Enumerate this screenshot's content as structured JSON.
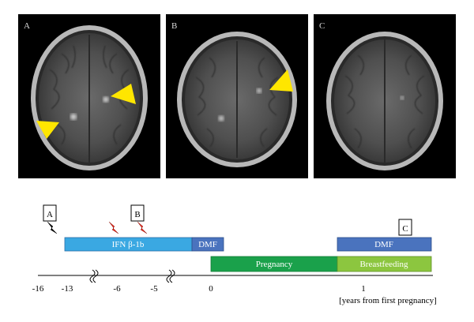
{
  "panels": [
    {
      "label": "A",
      "arrowheads": 2
    },
    {
      "label": "B",
      "arrowheads": 1
    },
    {
      "label": "C",
      "arrowheads": 0
    }
  ],
  "timeline": {
    "ticks": [
      {
        "value": -16,
        "label": "-16"
      },
      {
        "value": -13,
        "label": "-13"
      },
      {
        "value": -6,
        "label": "-6"
      },
      {
        "value": -5,
        "label": "-5"
      },
      {
        "value": 0,
        "label": "0"
      },
      {
        "value": 1,
        "label": "1"
      }
    ],
    "axis_note": "[years from first pregnancy]",
    "bars": [
      {
        "label": "IFN β-1b",
        "color": "#3aa8e2",
        "row": "top"
      },
      {
        "label": "DMF",
        "color": "#4a73be",
        "row": "top"
      },
      {
        "label": "Pregnancy",
        "color": "#1aa14b",
        "row": "bottom"
      },
      {
        "label": "DMF",
        "color": "#4a73be",
        "row": "top"
      },
      {
        "label": "Breastfeeding",
        "color": "#8cc63f",
        "row": "bottom"
      }
    ],
    "mri_markers": [
      {
        "label": "A"
      },
      {
        "label": "B"
      },
      {
        "label": "C"
      }
    ],
    "relapse_markers": [
      {
        "color": "#000000"
      },
      {
        "color": "#e8291c"
      },
      {
        "color": "#e8291c"
      }
    ]
  },
  "colors": {
    "arrowhead": "#ffe600"
  }
}
